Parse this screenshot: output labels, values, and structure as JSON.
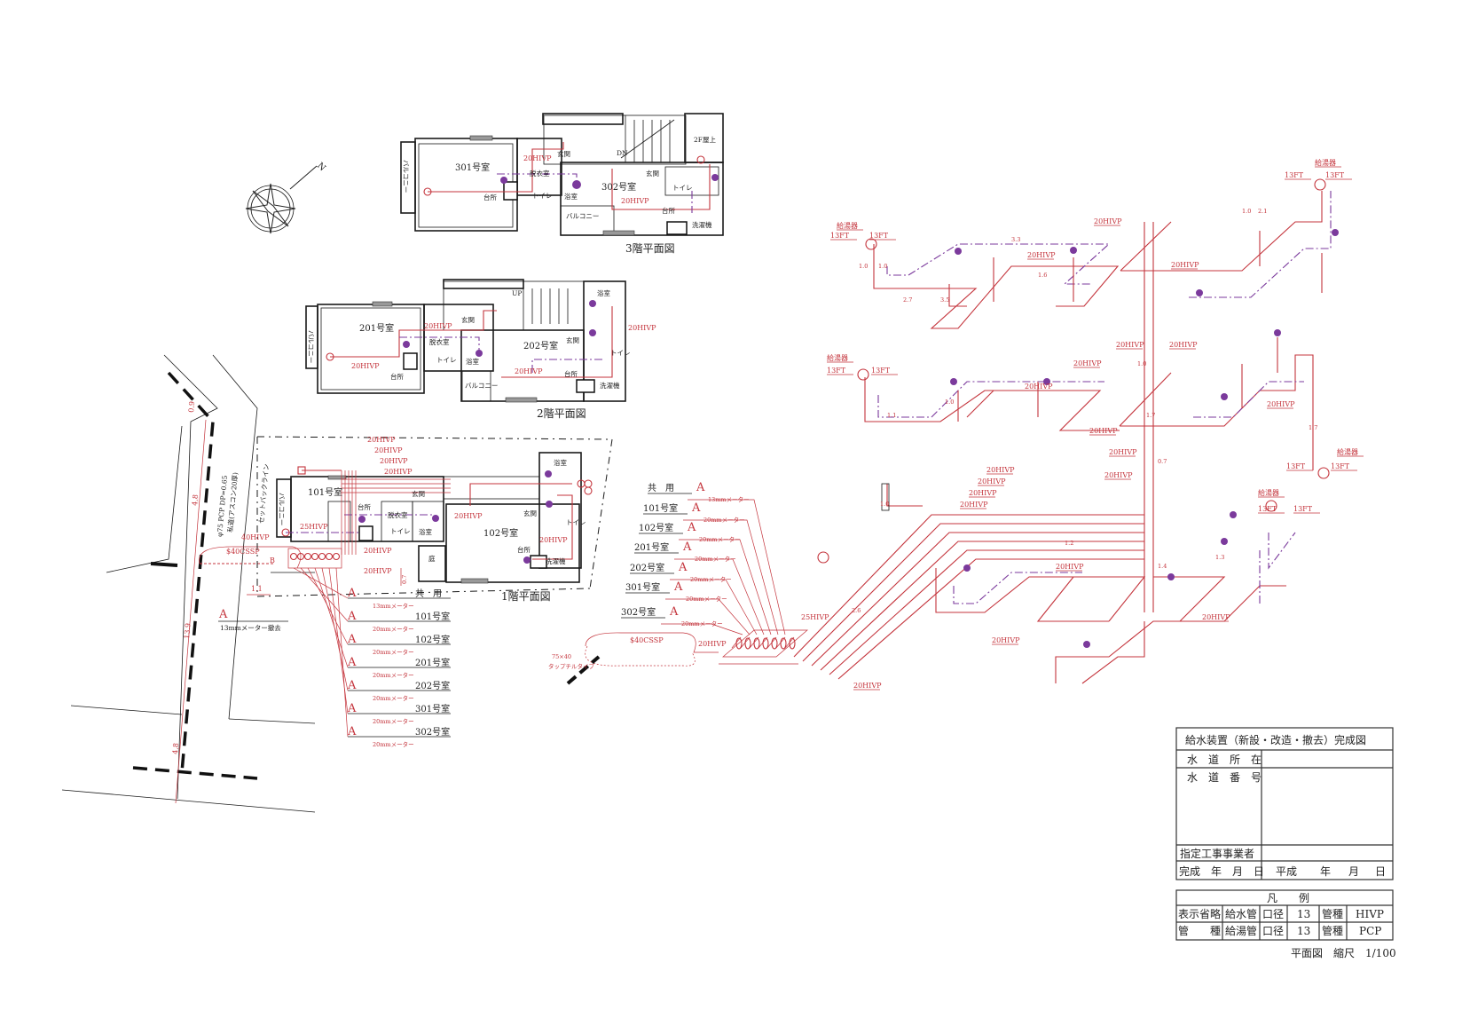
{
  "plans": {
    "floor3": {
      "caption": "3階平面図",
      "rooms": [
        "301号室",
        "302号室",
        "玄関",
        "脱衣室",
        "トイレ",
        "浴室",
        "台所",
        "玄関",
        "トイレ",
        "台所",
        "洗濯機",
        "バルコニー",
        "バルコニー",
        "2F屋上",
        "DN"
      ],
      "pipes": [
        "20HIVP",
        "20HIVP"
      ]
    },
    "floor2": {
      "caption": "2階平面図",
      "rooms": [
        "201号室",
        "202号室",
        "玄関",
        "脱衣室",
        "トイレ",
        "浴室",
        "台所",
        "玄関",
        "浴室",
        "トイレ",
        "台所",
        "洗濯機",
        "バルコニー",
        "バルコニー",
        "UP"
      ],
      "pipes": [
        "20HIVP",
        "20HIVP",
        "20HIVP",
        "20HIVP"
      ]
    },
    "floor1": {
      "caption": "1階平面図",
      "rooms": [
        "101号室",
        "102号室",
        "玄関",
        "台所",
        "脱衣室",
        "トイレ",
        "浴室",
        "玄関",
        "浴室",
        "トイレ",
        "台所",
        "洗濯機",
        "庭",
        "バルコニー"
      ],
      "pipes": [
        "20HIVP",
        "20HIVP",
        "20HIVP",
        "20HIVP",
        "25HIVP",
        "20HIVP",
        "20HIVP",
        "20HIVP",
        "20HIVP",
        "40HIVP"
      ],
      "dimension": "0.7"
    }
  },
  "site": {
    "main_pipe": "φ75 PCP DP=0.65",
    "road": "私道(アスコン20厚)",
    "setback": "セットバックライン",
    "service_pipe": "$40CSSP",
    "mark_b": "B",
    "mark_a": "A",
    "meter_removed": "13mmメーター撤去",
    "dims": [
      "0.9",
      "4.8",
      "1.1",
      "13.9",
      "4.8"
    ]
  },
  "meter_list_plan": {
    "items": [
      {
        "room": "共　用",
        "mark": "A",
        "meter": "13mmメーター"
      },
      {
        "room": "101号室",
        "mark": "A",
        "meter": "20mmメーター"
      },
      {
        "room": "102号室",
        "mark": "A",
        "meter": "20mmメーター"
      },
      {
        "room": "201号室",
        "mark": "A",
        "meter": "20mmメーター"
      },
      {
        "room": "202号室",
        "mark": "A",
        "meter": "20mmメーター"
      },
      {
        "room": "301号室",
        "mark": "A",
        "meter": "20mmメーター"
      },
      {
        "room": "302号室",
        "mark": "A",
        "meter": "20mmメーター"
      }
    ]
  },
  "meter_list_iso": {
    "items": [
      {
        "room": "共　用",
        "mark": "A",
        "meter": "13mmメーター"
      },
      {
        "room": "101号室",
        "mark": "A",
        "meter": "20mmメーター"
      },
      {
        "room": "102号室",
        "mark": "A",
        "meter": "20mmメーター"
      },
      {
        "room": "201号室",
        "mark": "A",
        "meter": "20mmメーター"
      },
      {
        "room": "202号室",
        "mark": "A",
        "meter": "20mmメーター"
      },
      {
        "room": "301号室",
        "mark": "A",
        "meter": "20mmメーター"
      },
      {
        "room": "302号室",
        "mark": "A",
        "meter": "20mmメーター"
      }
    ],
    "service_pipe": "$40CSSP",
    "tap": "75×40",
    "tap_type": "タップチルタイプ",
    "pipe_20": "20HIVP",
    "pipe_25": "25HIVP"
  },
  "isometric": {
    "labels": [
      "給湯器",
      "13FT",
      "13FT",
      "20HIVP",
      "20HIVP",
      "20HIVP",
      "給湯器",
      "13FT",
      "13FT",
      "20HIVP",
      "20HIVP",
      "給湯器",
      "13FT",
      "13FT",
      "20HIVP",
      "20HIVP",
      "20HIVP",
      "20HIVP",
      "給湯器",
      "13FT",
      "13FT",
      "20HIVP",
      "20HIVP",
      "20HIVP",
      "20HIVP",
      "20HIVP",
      "20HIVP",
      "給湯器",
      "13FT",
      "13FT",
      "20HIVP",
      "20HIVP",
      "20HIVP",
      "20HIVP"
    ],
    "lengths": [
      "1.0",
      "1.0",
      "2.7",
      "3.5",
      "3.3",
      "1.6",
      "1.0",
      "2.1",
      "1.1",
      "1.0",
      "1.0",
      "1.7",
      "1.7",
      "1.3",
      "2.6",
      "1.4",
      "1.2",
      "1.0",
      "0.7"
    ]
  },
  "title_block": {
    "title": "給水装置（新設・改造・撤去）完成図",
    "location_label": "水　道　所　在",
    "number_label": "水　道　番　号",
    "contractor_label": "指定工事事業者",
    "completion_label": "完成　年　月　日",
    "era": "平成",
    "year": "年",
    "month": "月",
    "day": "日"
  },
  "legend": {
    "title": "凡　　例",
    "rows": [
      {
        "label": "表示省略",
        "pipe": "給水管",
        "diam_label": "口径",
        "diam": "13",
        "type_label": "管種",
        "type": "HIVP"
      },
      {
        "label": "管　　種",
        "pipe": "給湯管",
        "diam_label": "口径",
        "diam": "13",
        "type_label": "管種",
        "type": "PCP"
      }
    ],
    "scale": "平面図　縮尺　1/100"
  },
  "colors": {
    "supply": "#c4343c",
    "hot": "#7b3a9c",
    "line": "#1a1a1a"
  }
}
